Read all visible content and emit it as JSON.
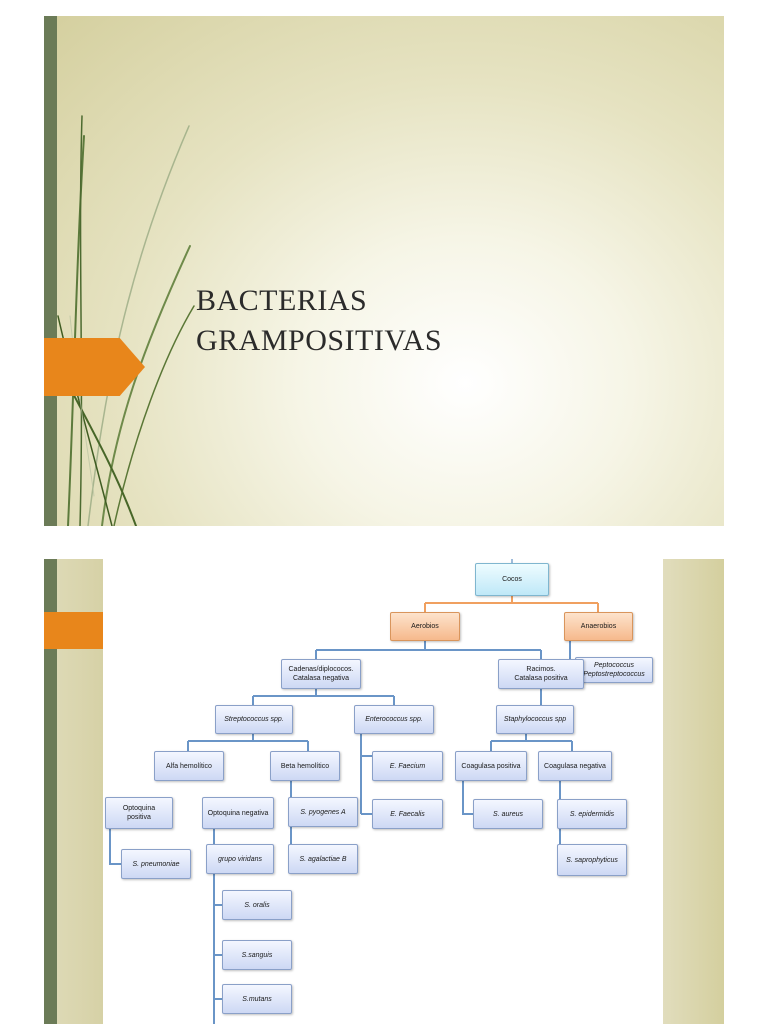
{
  "slide1": {
    "title_line1": "BACTERIAS",
    "title_line2": "GRAMPOSITIVAS"
  },
  "slide2": {
    "diagram": {
      "root": "Cocos",
      "aerobios": "Aerobios",
      "anaerobios": "Anaerobios",
      "anaerobios_child": "Peptococcus\nPeptostreptococcus",
      "cadenas": "Cadenas/diplococos.\nCatalasa negativa",
      "racimos": "Racimos.\nCatalasa positiva",
      "streptococcus": "Streptococcus spp.",
      "enterococcus": "Enterococcus spp.",
      "staphylococcus": "Staphylococcus spp",
      "alfa": "Alfa hemolítico",
      "beta": "Beta hemolítico",
      "e_faecium": "E. Faecium",
      "e_faecalis": "E. Faecalis",
      "coag_pos": "Coagulasa positiva",
      "coag_neg": "Coagulasa negativa",
      "s_aureus": "S. aureus",
      "s_epidermidis": "S. epidermidis",
      "s_saprophyticus": "S. saprophyticus",
      "optoquina_pos": "Optoquina\npositiva",
      "optoquina_neg": "Optoquina negativa",
      "s_pyogenes": "S. pyogenes A",
      "s_agalactiae": "S. agalactiae B",
      "s_pneumoniae": "S. pneumoniae",
      "grupo_viridans": "grupo viridans",
      "s_oralis": "S. oralis",
      "s_sanguis": "S.sanguis",
      "s_mutans": "S.mutans"
    }
  }
}
